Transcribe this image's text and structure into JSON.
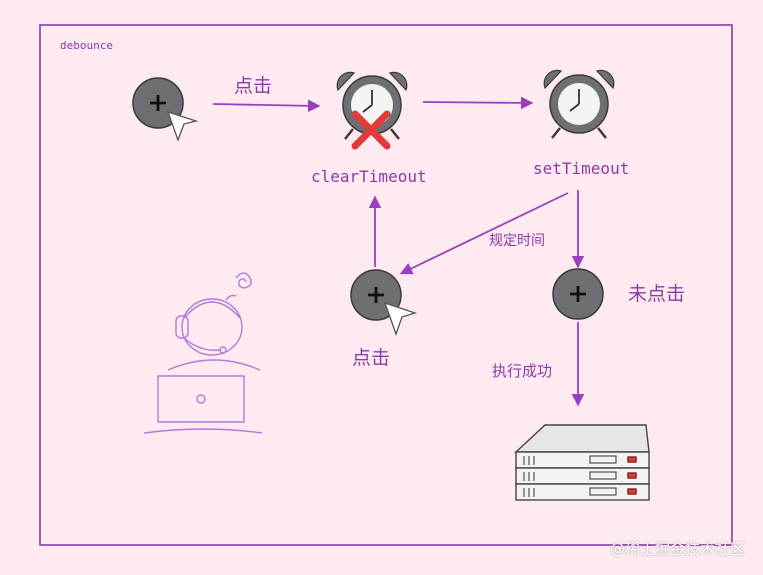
{
  "diagram": {
    "frame_label": "debounce",
    "click_label_top": "点击",
    "clear_timeout_label": "clearTimeout",
    "set_timeout_label": "setTimeout",
    "specified_time_label": "规定时间",
    "no_click_label": "未点击",
    "click_label_bottom": "点击",
    "exec_success_label": "执行成功"
  },
  "watermark": "@稀土掘金技术社区",
  "colors": {
    "background": "#fdebf1",
    "frame": "#8d3aa8",
    "arrow": "#9b3fc1",
    "button_fill": "#6d6f73",
    "cross": "#e03a3a",
    "sketch": "#b879d6"
  },
  "icons": [
    "plus-button-icon",
    "cursor-icon",
    "alarm-clock-icon",
    "cross-icon",
    "server-icon",
    "person-laptop-icon"
  ]
}
